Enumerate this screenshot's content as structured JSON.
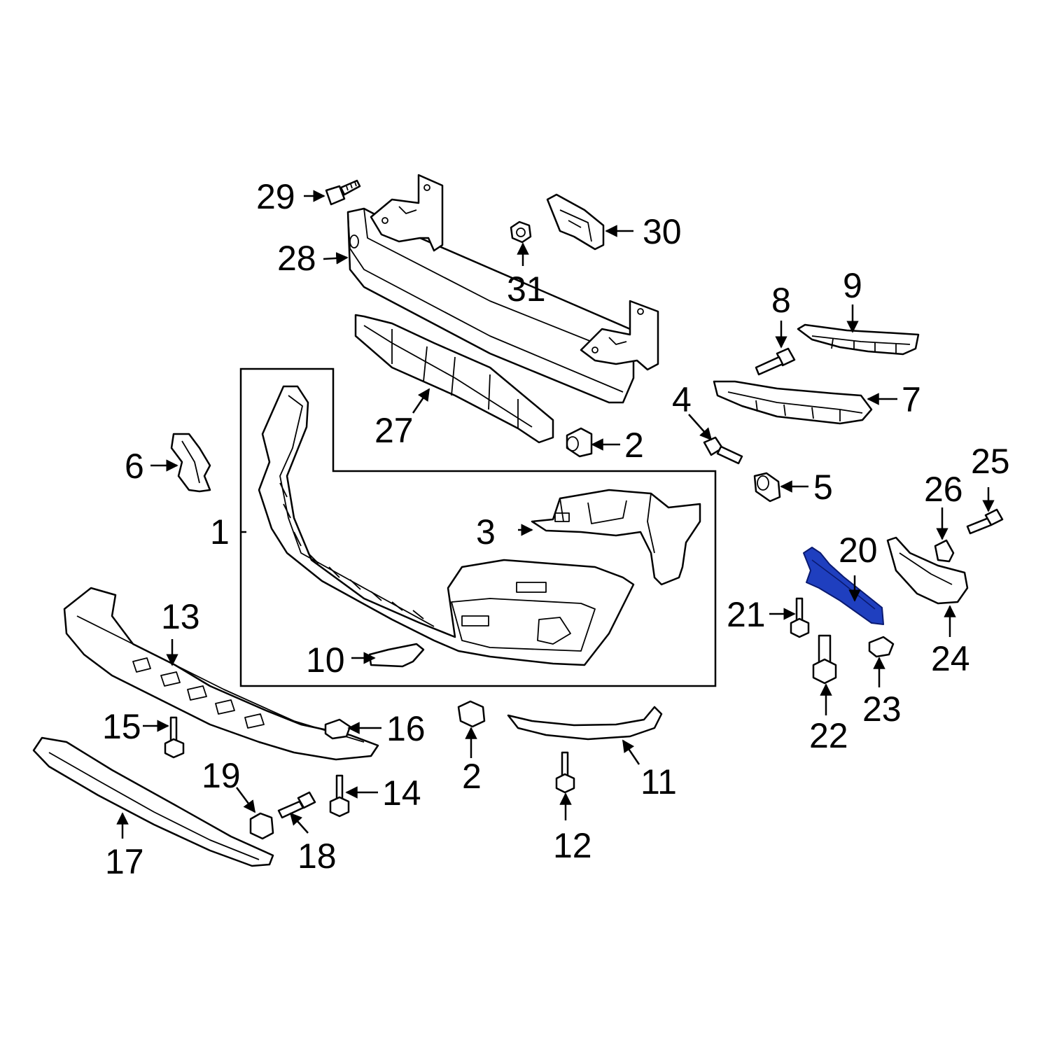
{
  "diagram": {
    "highlight_color": "#1f3fbf",
    "highlighted_part": "20",
    "callouts": {
      "c1": "1",
      "c2a": "2",
      "c2b": "2",
      "c3": "3",
      "c4": "4",
      "c5": "5",
      "c6": "6",
      "c7": "7",
      "c8": "8",
      "c9": "9",
      "c10": "10",
      "c11": "11",
      "c12": "12",
      "c13": "13",
      "c14": "14",
      "c15": "15",
      "c16": "16",
      "c17": "17",
      "c18": "18",
      "c19": "19",
      "c20": "20",
      "c21": "21",
      "c22": "22",
      "c23": "23",
      "c24": "24",
      "c25": "25",
      "c26": "26",
      "c27": "27",
      "c28": "28",
      "c29": "29",
      "c30": "30",
      "c31": "31"
    }
  }
}
